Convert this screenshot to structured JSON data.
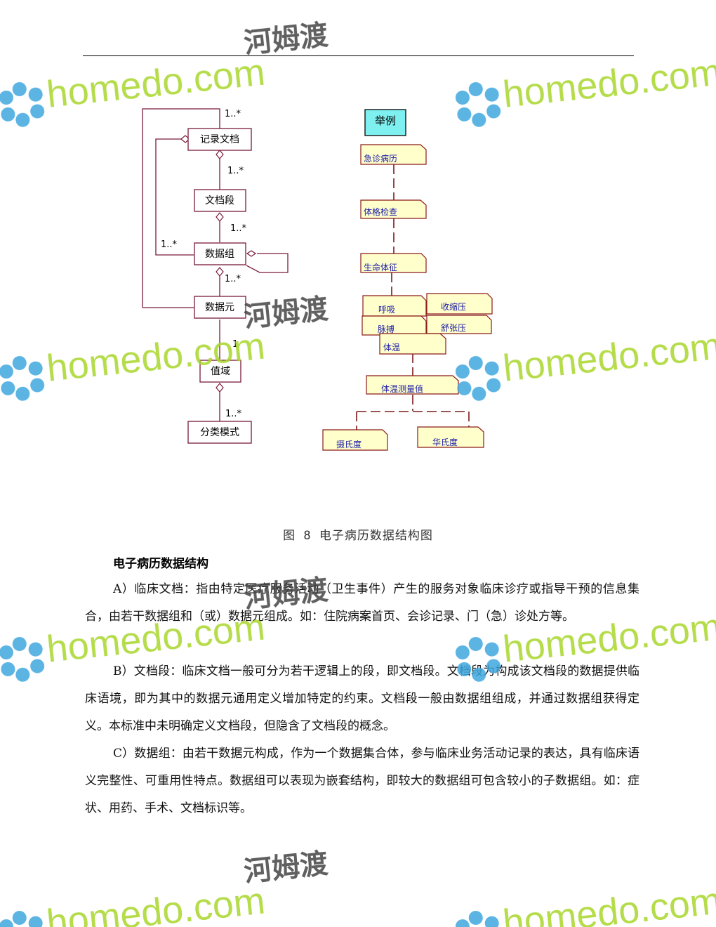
{
  "diagram": {
    "model": {
      "record_doc": "记录文档",
      "doc_section": "文档段",
      "data_group": "数据组",
      "data_element": "数据元",
      "value_domain": "值域",
      "classification": "分类模式",
      "mult_top": "1..*",
      "mult_section": "1..*",
      "mult_group": "1..*",
      "mult_left": "1..*",
      "mult_element": "1..*",
      "mult_one": "1",
      "mult_class": "1..*"
    },
    "example": {
      "title": "举例",
      "emergency": "急诊病历",
      "physical": "体格检查",
      "vital": "生命体征",
      "breath": "呼吸",
      "pulse": "脉搏",
      "systolic": "收缩压",
      "diastolic": "舒张压",
      "temp": "体温",
      "temp_value": "体温测量值",
      "celsius": "摄氏度",
      "fahrenheit": "华氏度"
    }
  },
  "watermark": {
    "latin": "homedo.com",
    "cn": "河姆渡"
  },
  "caption": "图 8  电子病历数据结构图",
  "section_title": "电子病历数据结构",
  "paragraphs": [
    "A）临床文档：指由特定医疗服务活动（卫生事件）产生的服务对象临床诊疗或指导干预的信息集合，由若干数据组和（或）数据元组成。如：住院病案首页、会诊记录、门（急）诊处方等。",
    "B）文档段：临床文档一般可分为若干逻辑上的段，即文档段。文档段为构成该文档段的数据提供临床语境，即为其中的数据元通用定义增加特定的约束。文档段一般由数据组组成，并通过数据组获得定义。本标准中未明确定义文档段，但隐含了文档段的概念。",
    "C）数据组：由若干数据元构成，作为一个数据集合体，参与临床业务活动记录的表达，具有临床语义完整性、可重用性特点。数据组可以表现为嵌套结构，即较大的数据组可包含较小的子数据组。如：症状、用药、手术、文档标识等。"
  ],
  "colors": {
    "box_border": "#7a1a3a",
    "note_fill": "#ffffcc",
    "note_border": "#8b1a1a",
    "title_fill": "#7ff0f0",
    "watermark_green": "#a8d62a",
    "watermark_blue": "#3fa7de"
  }
}
